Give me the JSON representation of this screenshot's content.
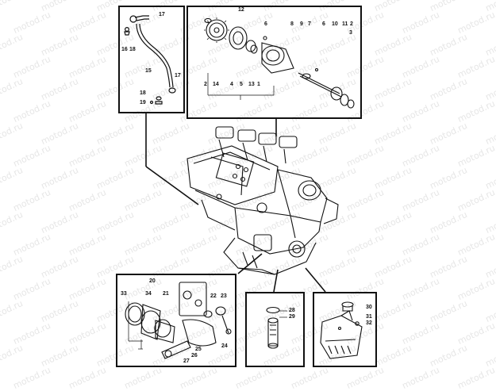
{
  "watermark": "motod.ru",
  "panels": {
    "oil_pipe": {
      "labels": [
        "17",
        "16",
        "18",
        "15",
        "17",
        "18",
        "19"
      ]
    },
    "oil_pump": {
      "labels": [
        "12",
        "6",
        "8",
        "9",
        "7",
        "6",
        "10",
        "11",
        "2",
        "2",
        "3",
        "14",
        "4",
        "5",
        "13",
        "1"
      ]
    },
    "oil_filter": {
      "labels": [
        "20",
        "33",
        "34",
        "21",
        "22",
        "23",
        "24",
        "25",
        "26",
        "27"
      ]
    },
    "oil_plug": {
      "labels": [
        "28",
        "29"
      ]
    },
    "oil_pan": {
      "labels": [
        "30",
        "31",
        "32"
      ]
    }
  },
  "colors": {
    "ink": "#111111",
    "watermark": "#e6e6e6"
  }
}
